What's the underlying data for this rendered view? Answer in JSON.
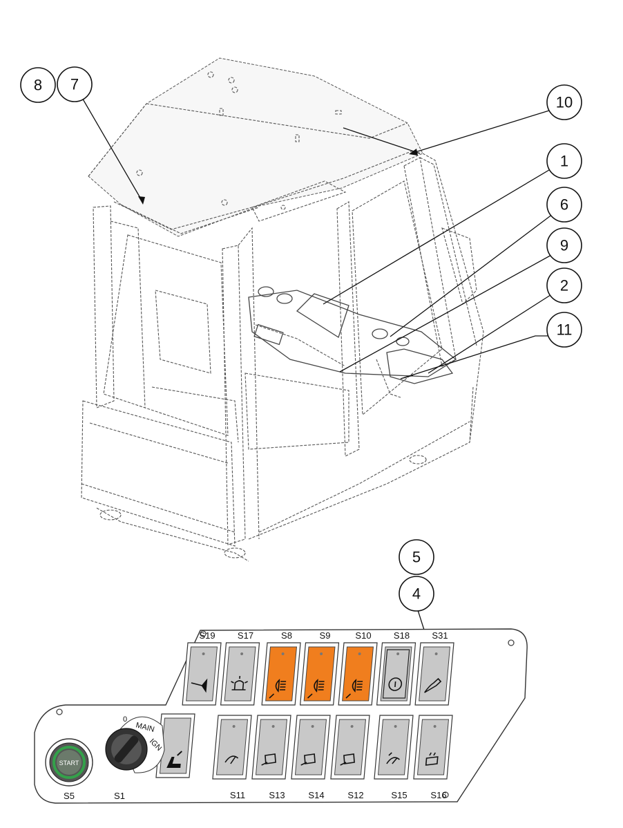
{
  "callouts": [
    {
      "id": "8",
      "label": "8"
    },
    {
      "id": "7",
      "label": "7"
    },
    {
      "id": "10",
      "label": "10"
    },
    {
      "id": "1",
      "label": "1"
    },
    {
      "id": "6",
      "label": "6"
    },
    {
      "id": "9",
      "label": "9"
    },
    {
      "id": "2",
      "label": "2"
    },
    {
      "id": "11",
      "label": "11"
    },
    {
      "id": "5",
      "label": "5"
    },
    {
      "id": "4",
      "label": "4"
    }
  ],
  "panel": {
    "top_row": [
      {
        "label": "S19",
        "lit": false,
        "icon": "horn-icon"
      },
      {
        "label": "S17",
        "lit": false,
        "icon": "beacon-icon"
      },
      {
        "label": "S8",
        "lit": true,
        "icon": "work-light-icon"
      },
      {
        "label": "S9",
        "lit": true,
        "icon": "work-light-icon"
      },
      {
        "label": "S10",
        "lit": true,
        "icon": "work-light-icon"
      },
      {
        "label": "S18",
        "lit": false,
        "icon": "info-icon"
      },
      {
        "label": "S31",
        "lit": false,
        "icon": "boom-icon"
      }
    ],
    "bottom_row": [
      {
        "label": "S11",
        "icon": "wiper-icon"
      },
      {
        "label": "S13",
        "icon": "washer-icon"
      },
      {
        "label": "S14",
        "icon": "washer-icon"
      },
      {
        "label": "S12",
        "icon": "washer-icon"
      },
      {
        "label": "S15",
        "icon": "rear-wiper-icon"
      },
      {
        "label": "S16",
        "icon": "rear-washer-icon"
      }
    ],
    "seat_switch_icon": "seat-icon",
    "start_button": {
      "text": "START",
      "label": "S5"
    },
    "key_switch": {
      "label": "S1",
      "positions": [
        "0",
        "MAIN",
        "IGN"
      ]
    },
    "lit_color": "#f07e1e",
    "unlit_color": "#c8c8c8",
    "start_ring_color": "#34a04a"
  }
}
